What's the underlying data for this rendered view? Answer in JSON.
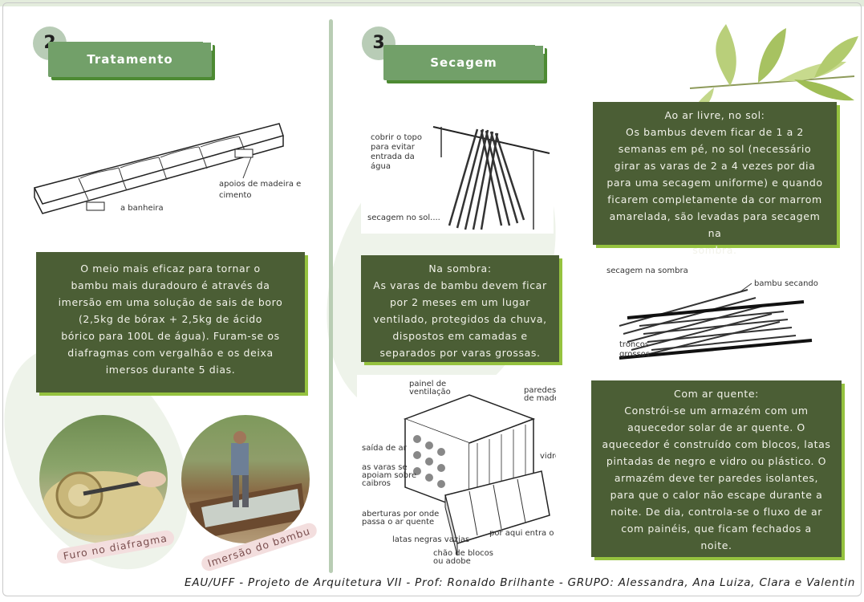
{
  "section2": {
    "number": "2",
    "title": "Tratamento",
    "illustration": {
      "label_bathtub": "a banheira",
      "label_supports_1": "apoios de madeira e",
      "label_supports_2": "cimento"
    },
    "text_lines": [
      "O meio mais eficaz para tornar o",
      "bambu mais duradouro é através da",
      "imersão em uma solução de sais de boro",
      "(2,5kg de bórax + 2,5kg de ácido",
      "bórico para 100L de água). Furam-se os",
      "diafragmas com vergalhão e os deixa",
      "imersos durante 5 dias."
    ],
    "photos": [
      {
        "caption": "Furo no diafragma",
        "icon": "bamboo-drill-photo"
      },
      {
        "caption": "Imersão do bambu",
        "icon": "bamboo-immersion-photo"
      }
    ]
  },
  "section3": {
    "number": "3",
    "title": "Secagem",
    "sun_text_lines": [
      "Ao ar livre, no sol:",
      "Os bambus devem ficar de 1 a 2",
      "semanas em pé, no sol (necessário",
      "girar as varas de 2 a 4 vezes por dia",
      "para uma secagem uniforme) e quando",
      "ficarem completamente da cor marrom",
      "amarelada, são levadas para secagem na",
      "sombra."
    ],
    "shade_text_lines": [
      "Na sombra:",
      "As varas de bambu devem ficar",
      "por 2 meses em um lugar",
      "ventilado, protegidos da chuva,",
      "dispostos em camadas e",
      "separados por varas grossas."
    ],
    "hot_air_text_lines": [
      "Com ar quente:",
      "Constrói-se um armazém com um",
      "aquecedor solar de ar quente. O",
      "aquecedor é construído com blocos, latas",
      "pintadas de negro e vidro ou plástico. O",
      "armazém deve ter paredes isolantes,",
      "para que o calor não escape durante a",
      "noite. De dia, controla-se o fluxo de ar",
      "com painéis, que ficam fechados a",
      "noite."
    ],
    "sun_illus": {
      "l1": "cobrir o topo",
      "l2": "para evitar",
      "l3": "entrada da",
      "l4": "água",
      "l5": "secagem no sol...."
    },
    "shade_illus": {
      "l1": "secagem na sombra",
      "l2": "bambu secando",
      "l3": "troncos",
      "l4": "grossos"
    },
    "kiln_illus": {
      "l1": "painel de",
      "l2": "ventilação",
      "l3": "paredes e teto",
      "l4": "de madeira",
      "l5": "saída de ar",
      "l6": "vidro",
      "l7": "as varas se",
      "l8": "apoiam sobre",
      "l9": "caibros",
      "l10": "aberturas por onde",
      "l11": "passa o ar quente",
      "l12": "latas negras vazias",
      "l13": "chão de blocos",
      "l14": "ou adobe",
      "l15": "por aqui entra o ar"
    }
  },
  "footer": "EAU/UFF - Projeto de Arquitetura VII - Prof: Ronaldo Brilhante - GRUPO: Alessandra, Ana Luiza, Clara e Valentin",
  "colors": {
    "dark_green_box": "#4b5e35",
    "accent_lime": "#95c23f",
    "tab_green": "#72a069",
    "badge": "#b8ccb6"
  },
  "decor": {
    "leaf_icon": "bamboo-leaves-icon"
  }
}
